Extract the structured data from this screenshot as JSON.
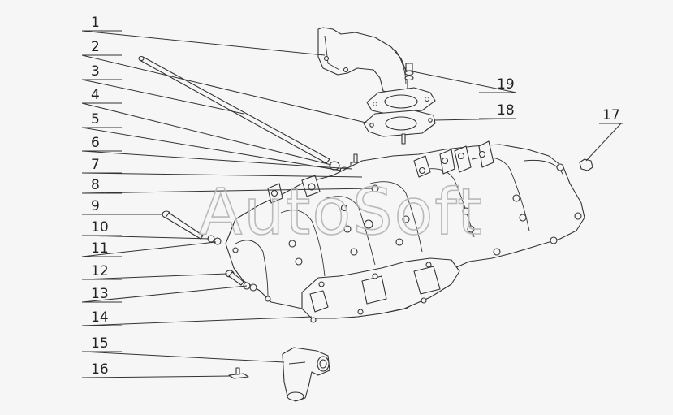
{
  "watermark": "AutoSoft",
  "callouts": [
    {
      "id": "callout-1",
      "text": "1"
    },
    {
      "id": "callout-2",
      "text": "2"
    },
    {
      "id": "callout-3",
      "text": "3"
    },
    {
      "id": "callout-4",
      "text": "4"
    },
    {
      "id": "callout-5",
      "text": "5"
    },
    {
      "id": "callout-6",
      "text": "6"
    },
    {
      "id": "callout-7",
      "text": "7"
    },
    {
      "id": "callout-8",
      "text": "8"
    },
    {
      "id": "callout-9",
      "text": "9"
    },
    {
      "id": "callout-10",
      "text": "10"
    },
    {
      "id": "callout-11",
      "text": "11"
    },
    {
      "id": "callout-12",
      "text": "12"
    },
    {
      "id": "callout-13",
      "text": "13"
    },
    {
      "id": "callout-14",
      "text": "14"
    },
    {
      "id": "callout-15",
      "text": "15"
    },
    {
      "id": "callout-16",
      "text": "16"
    },
    {
      "id": "callout-17",
      "text": "17"
    },
    {
      "id": "callout-18",
      "text": "18"
    },
    {
      "id": "callout-19",
      "text": "19"
    }
  ]
}
